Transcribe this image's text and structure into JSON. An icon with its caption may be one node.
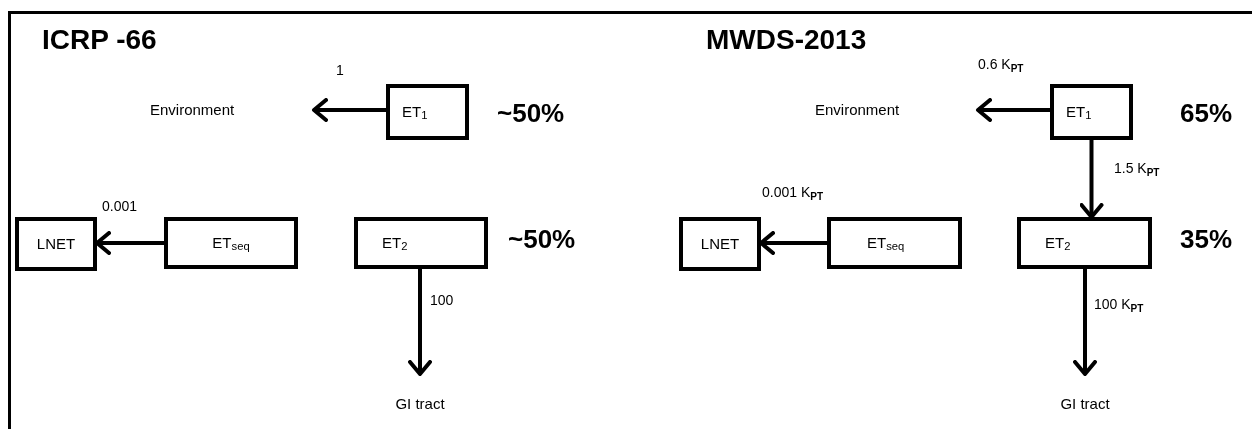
{
  "diagram": {
    "nodes": [
      {
        "text": [
          "Environment"
        ]
      },
      {
        "text": [
          "ET$_{1}$"
        ],
        "beside": [
          "~50%"
        ]
      },
      {
        "text": [
          "LNET"
        ]
      },
      {
        "text": [
          "ET$_{seq}$"
        ]
      },
      {
        "text": [
          "ET$_{2}$"
        ],
        "beside": [
          "~50%"
        ]
      },
      {
        "text": [
          "GI tract"
        ]
      },
      {
        "text": [
          "Environment"
        ]
      },
      {
        "text": [
          "ET$_{1}$"
        ],
        "beside": [
          "65%"
        ]
      },
      {
        "text": [
          "LNET"
        ]
      },
      {
        "text": [
          "ET$_{seq}$"
        ]
      },
      {
        "text": [
          "ET$_{2}$"
        ],
        "beside": [
          "35%"
        ]
      },
      {
        "text": [
          "GI tract"
        ]
      }
    ],
    "edges": [
      {
        "from": 1,
        "to": 0,
        "arrow": "to",
        "label": "1"
      },
      {
        "from": 3,
        "to": 2,
        "arrow": "to",
        "label": "0.001"
      },
      {
        "from": 4,
        "to": 5,
        "arrow": "to",
        "label": "100"
      },
      {
        "from": 7,
        "to": 6,
        "arrow": "to",
        "label": "0.6 K$_{PT}$"
      },
      {
        "from": 7,
        "to": 10,
        "arrow": "to",
        "label": "1.5 K$_{PT}$"
      },
      {
        "from": 9,
        "to": 8,
        "arrow": "to",
        "label": "0.001 K$_{PT}$"
      },
      {
        "from": 10,
        "to": 11,
        "arrow": "to",
        "label": "100 K$_{PT}$"
      }
    ],
    "labels": [
      "ICRP -66",
      "MWDS-2013"
    ]
  }
}
